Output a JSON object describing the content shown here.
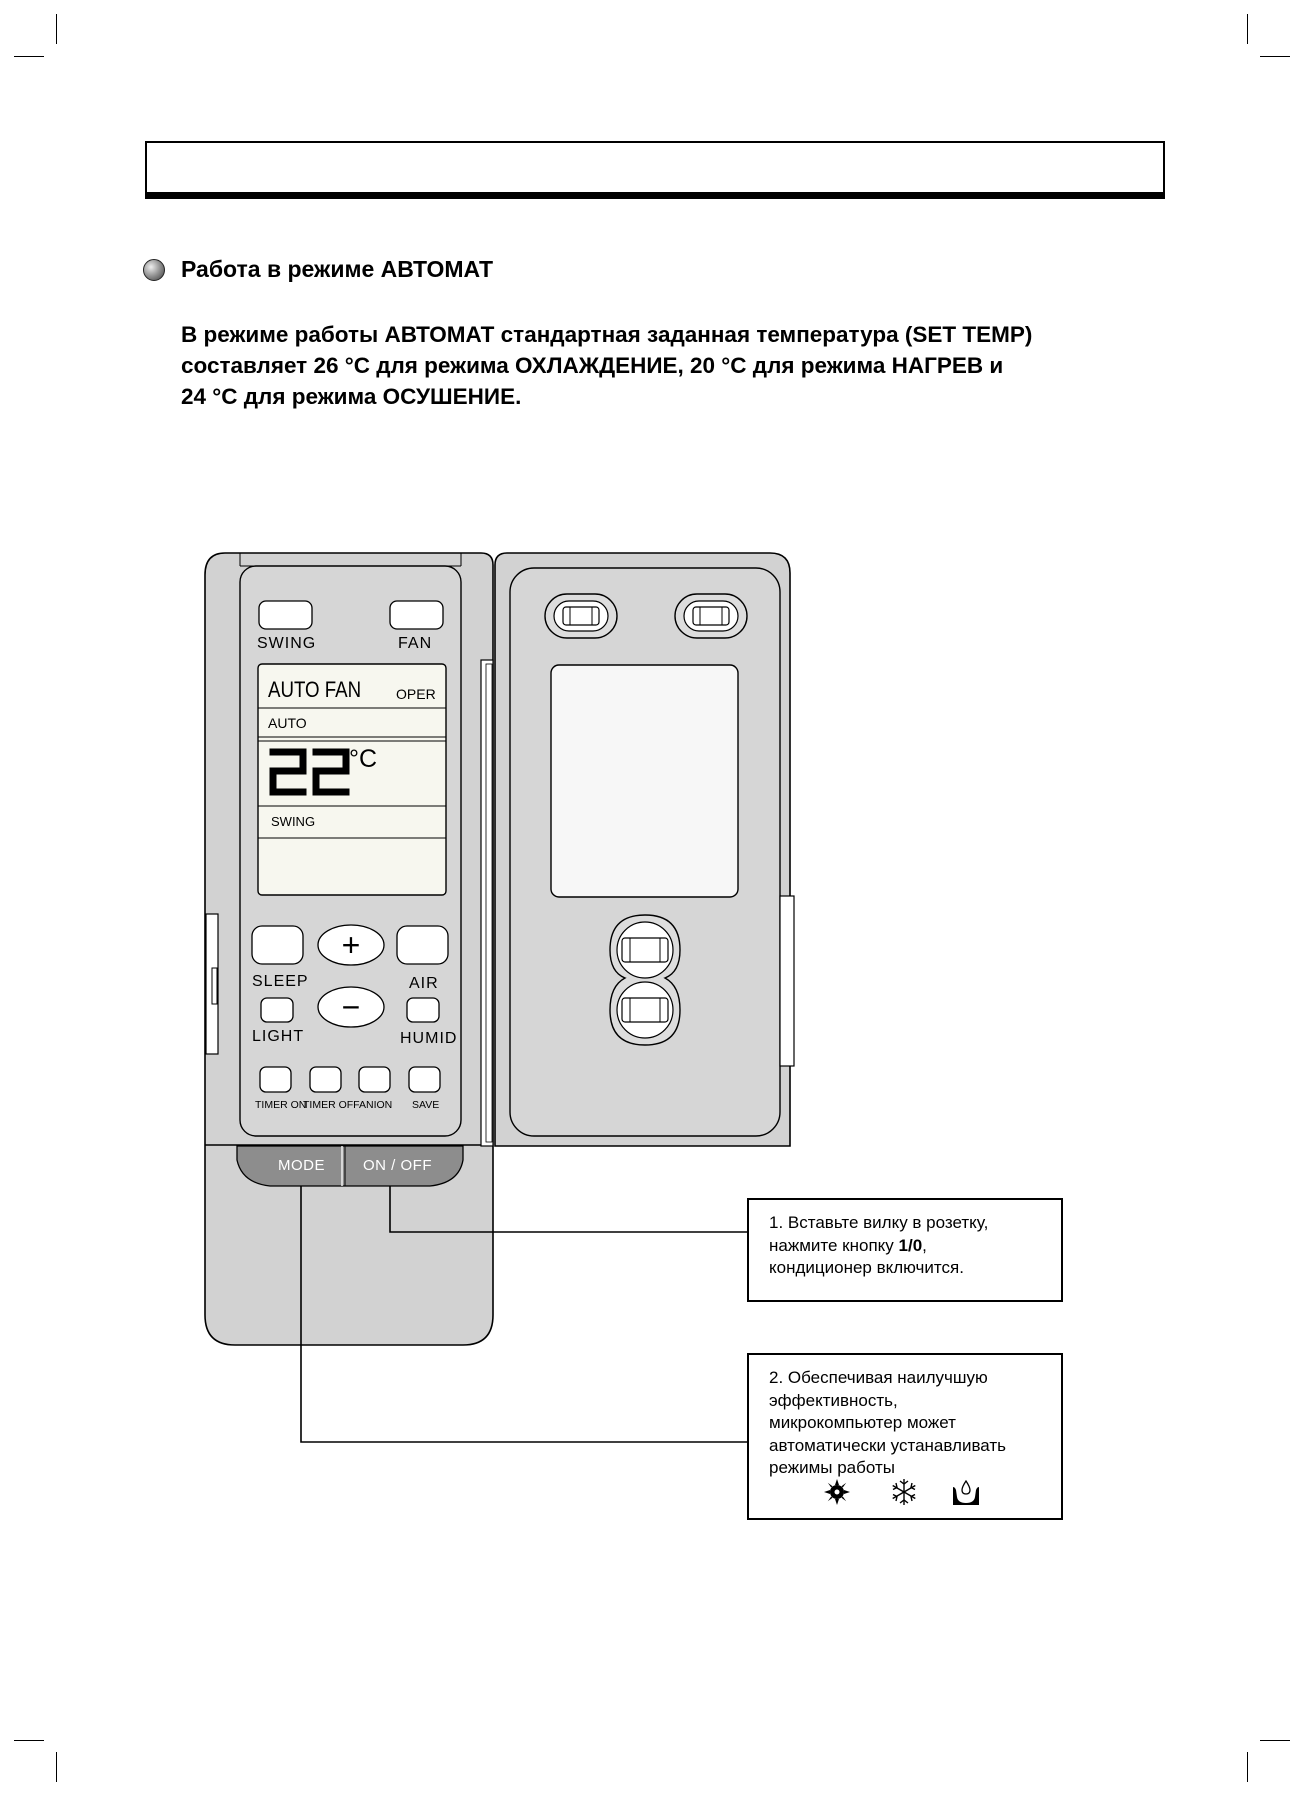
{
  "section": {
    "title": "Работа в режиме АВТОМАТ",
    "intro_lines": [
      "В режиме работы АВТОМАТ стандартная заданная температура (SET TEMP)",
      "составляет  26 °С  для режима ОХЛАЖДЕНИЕ, 20 °С для режима НАГРЕВ и",
      "24 °С для режима ОСУШЕНИЕ."
    ]
  },
  "remote": {
    "swing_label": "SWING",
    "fan_label": "FAN",
    "display": {
      "fan_mode": "AUTO FAN",
      "oper": "OPER",
      "mode": "AUTO",
      "temperature": "22",
      "unit": "°C",
      "swing": "SWING"
    },
    "sleep_label": "SLEEP",
    "air_label": "AIR",
    "light_label": "LIGHT",
    "humid_label": "HUMID",
    "timer_on_label": "TIMER ON",
    "timer_off_label": "TIMER OFF",
    "anion_label": "ANION",
    "save_label": "SAVE",
    "mode_label": "MODE",
    "onoff_label": "ON / OFF",
    "plus_symbol": "+",
    "minus_symbol": "−"
  },
  "callout1": {
    "line1": "1. Вставьте вилку в розетку,",
    "line2_prefix": "нажмите кнопку ",
    "line2_bold": "1/0",
    "line2_suffix": ",",
    "line3": "кондиционер  включится."
  },
  "callout2": {
    "lines": [
      "2. Обеспечивая наилучшую",
      "эффективность,",
      "микрокомпьютер может",
      "автоматически устанавливать",
      "режимы работы"
    ],
    "icons": [
      "heat-sun-icon",
      "cool-snowflake-icon",
      "dry-droplet-icon"
    ]
  }
}
